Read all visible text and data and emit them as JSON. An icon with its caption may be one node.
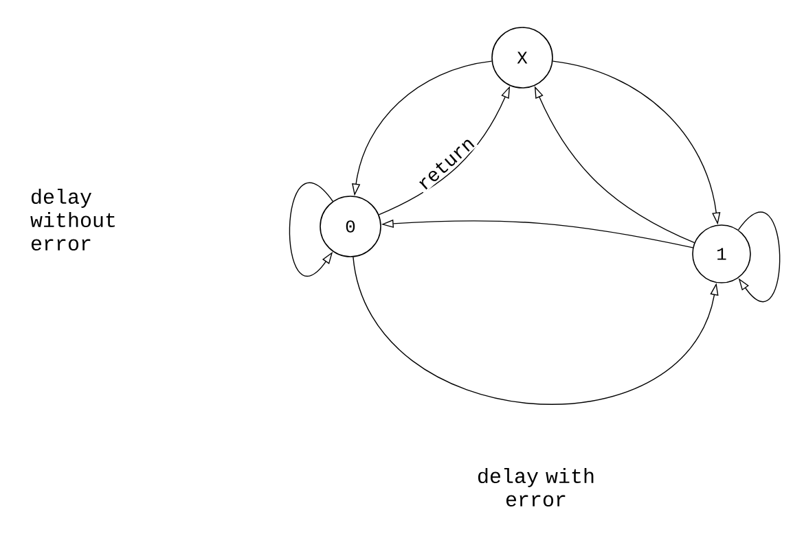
{
  "diagram": {
    "nodes": [
      {
        "text": [
          "X"
        ]
      },
      {
        "text": [
          "0"
        ]
      },
      {
        "text": [
          "1"
        ]
      }
    ],
    "edges": [
      {
        "from": 0,
        "to": 1,
        "arrow": "to"
      },
      {
        "from": 1,
        "to": 0,
        "arrow": "to",
        "label": "return"
      },
      {
        "from": 0,
        "to": 2,
        "arrow": "to"
      },
      {
        "from": 2,
        "to": 0,
        "arrow": "to"
      },
      {
        "from": 2,
        "to": 1,
        "arrow": "to"
      },
      {
        "from": 1,
        "to": 1,
        "arrow": "to"
      },
      {
        "from": 2,
        "to": 2,
        "arrow": "to"
      },
      {
        "from": 1,
        "to": 2,
        "arrow": "to",
        "label": "delay with error"
      }
    ],
    "labels": [
      "delay without error"
    ]
  }
}
